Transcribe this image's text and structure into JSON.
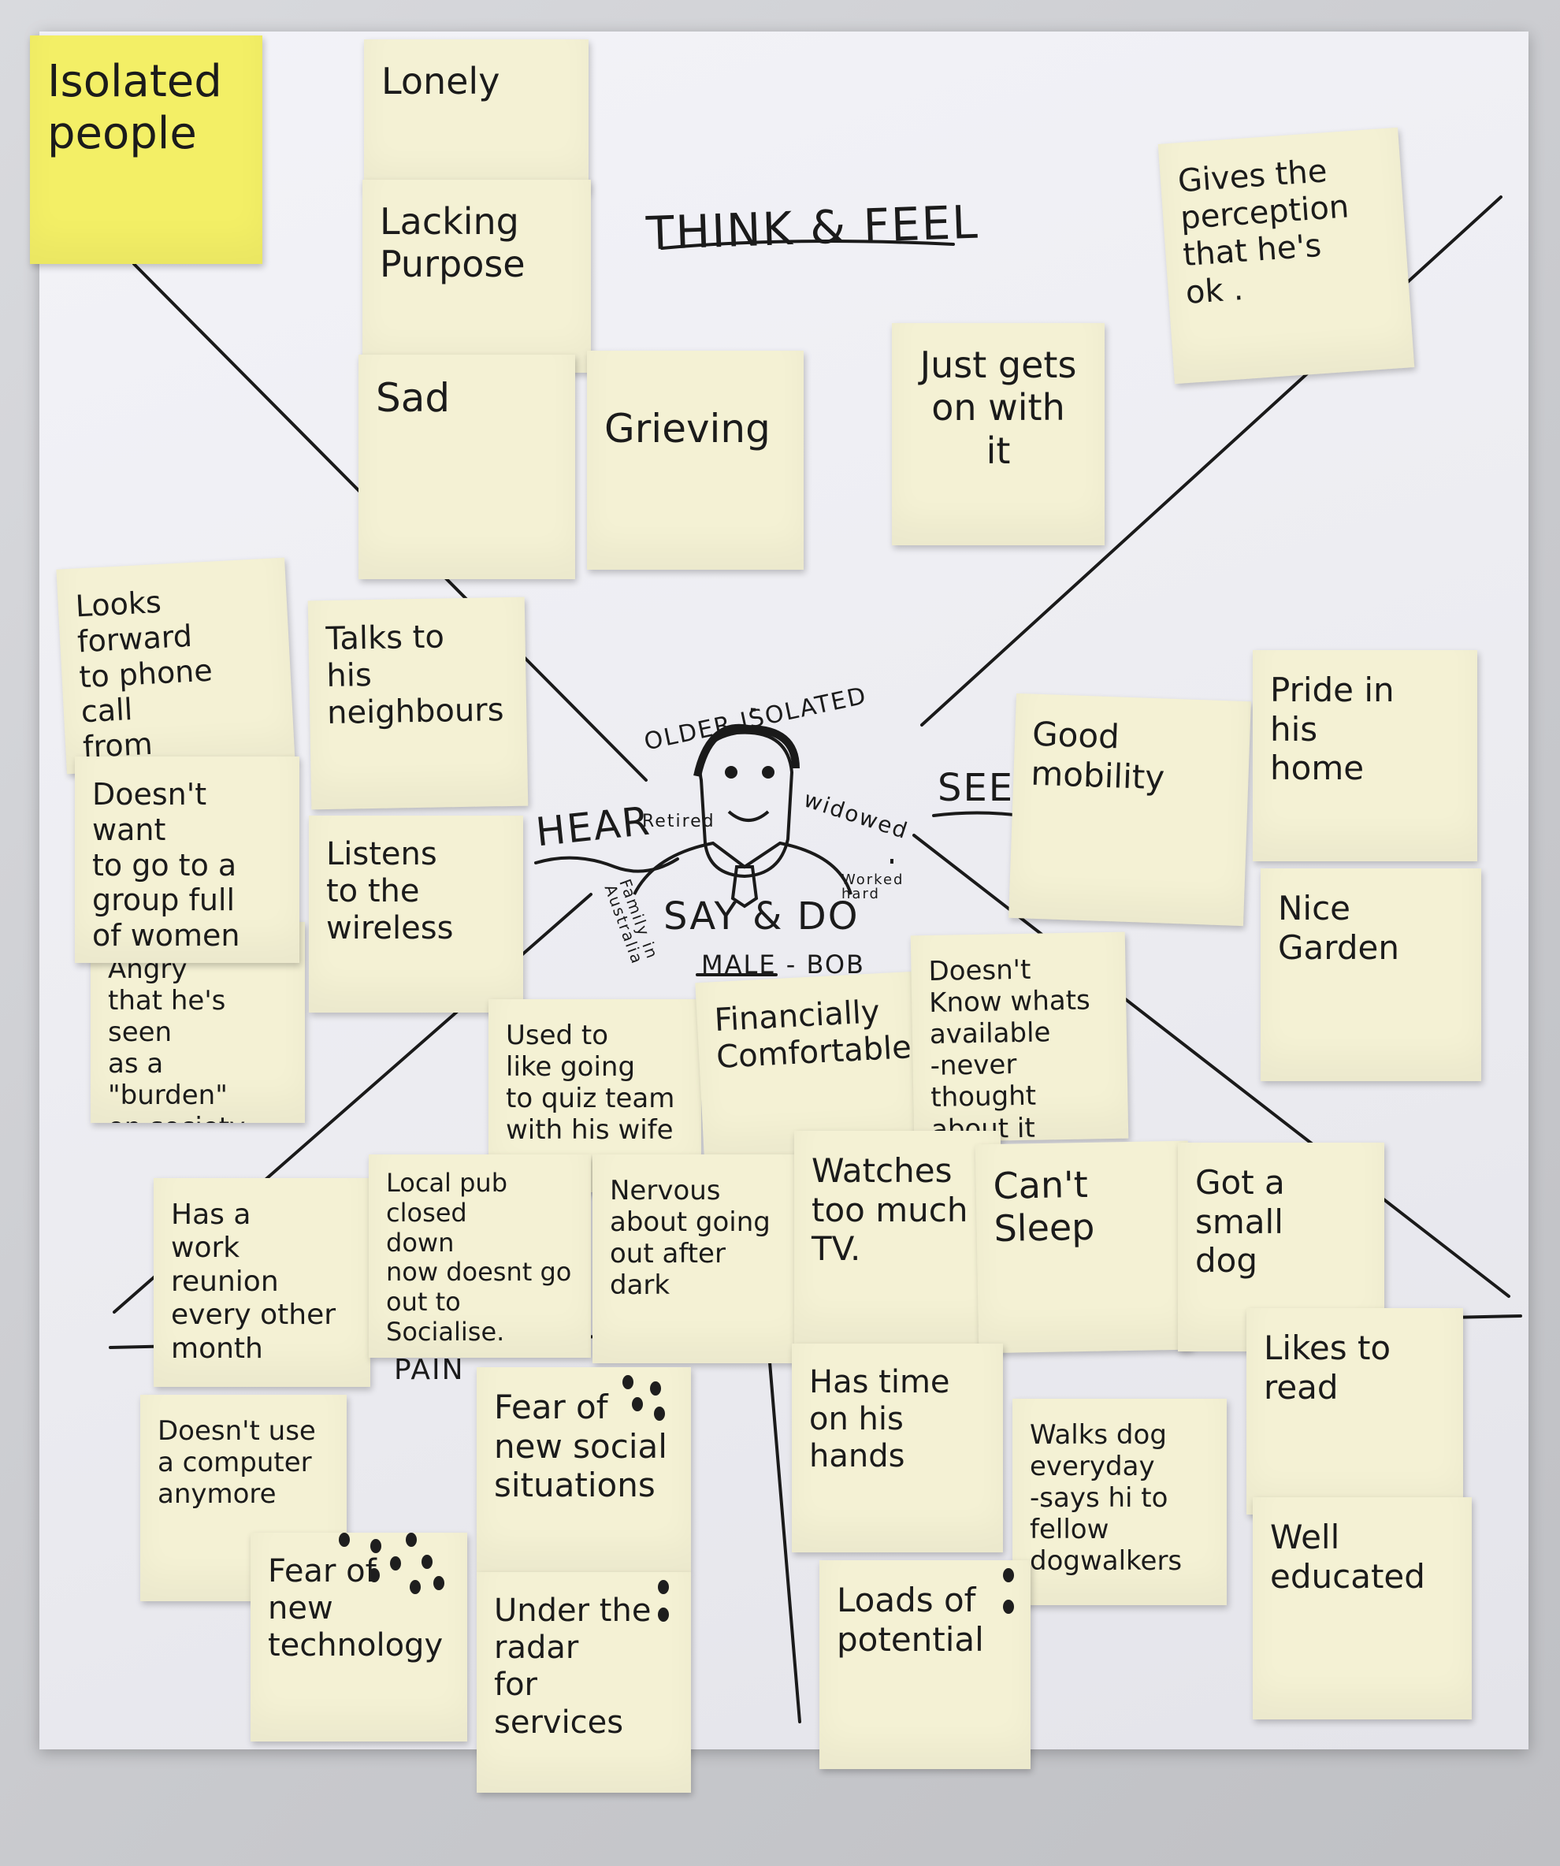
{
  "sections": {
    "think_feel": "THINK & FEEL",
    "hear": "HEAR",
    "see": "SEE",
    "say_do": "SAY & DO",
    "pain": "PAIN"
  },
  "persona": {
    "top_label": "OLDER ISOLATED",
    "retired": "Retired",
    "widowed": "widowed",
    "worked_hard": "Worked\nhard",
    "family": "Family in\nAustralia",
    "name": "MALE - BOB"
  },
  "notes": {
    "isolated_people": "Isolated\npeople",
    "lonely": "Lonely",
    "lacking_purpose": "Lacking\n   Purpose",
    "sad": "Sad",
    "grieving": "Grieving",
    "just_gets_on": "Just gets\non with\nit",
    "gives_perception": "Gives the\nperception\nthat he's\nok .",
    "looks_forward": "Looks forward\nto phone call\nfrom GrandKids\nin Aus'",
    "talks_neighbours": "Talks to\nhis\n  neighbours",
    "good_mobility": "Good\nmobility",
    "pride_home": "Pride in\nhis\n   home",
    "doesnt_want_group": "Doesn't want\nto go to a\ngroup full\nof women",
    "listens_wireless": "Listens\nto the\nwireless",
    "nice_garden": "Nice\n   Garden",
    "angry_burden": "Angry\nthat he's seen\nas a \"burden\"\non society",
    "used_to_quiz": "Used to\nlike going\nto quiz team\nwith his wife",
    "financially": "Financially\n   Comfortable",
    "doesnt_know": "Doesn't\nKnow whats\navailable\n-never thought\nabout it",
    "work_reunion": "Has a\nwork\nreunion\nevery other\n    month",
    "local_pub": "Local pub\nclosed\ndown\nnow doesnt go\nout to\nSocialise.",
    "nervous": "Nervous\nabout going\nout after\ndark",
    "watches_tv": "Watches\ntoo much\nTV.",
    "cant_sleep": "Can't\n  Sleep",
    "small_dog": "Got a\nsmall\n   dog",
    "doesnt_use_computer": "Doesn't use\na computer\nanymore",
    "fear_social": "Fear of\nnew social\nsituations",
    "has_time": "Has time\non his\n   hands",
    "walks_dog": "Walks dog\neveryday\n-says hi to\nfellow dogwalkers",
    "likes_read": "Likes to\n   read",
    "fear_technology": "Fear of\nnew\n  technology",
    "under_radar": "Under the\nradar\nfor\n  services",
    "loads_potential": "Loads of\npotential",
    "well_educated": "Well\n  educated"
  },
  "colors": {
    "note": "#f4f1d4",
    "yellow_note": "#f3ef66",
    "paper": "#ededf2",
    "ink": "#1b1b1b"
  }
}
